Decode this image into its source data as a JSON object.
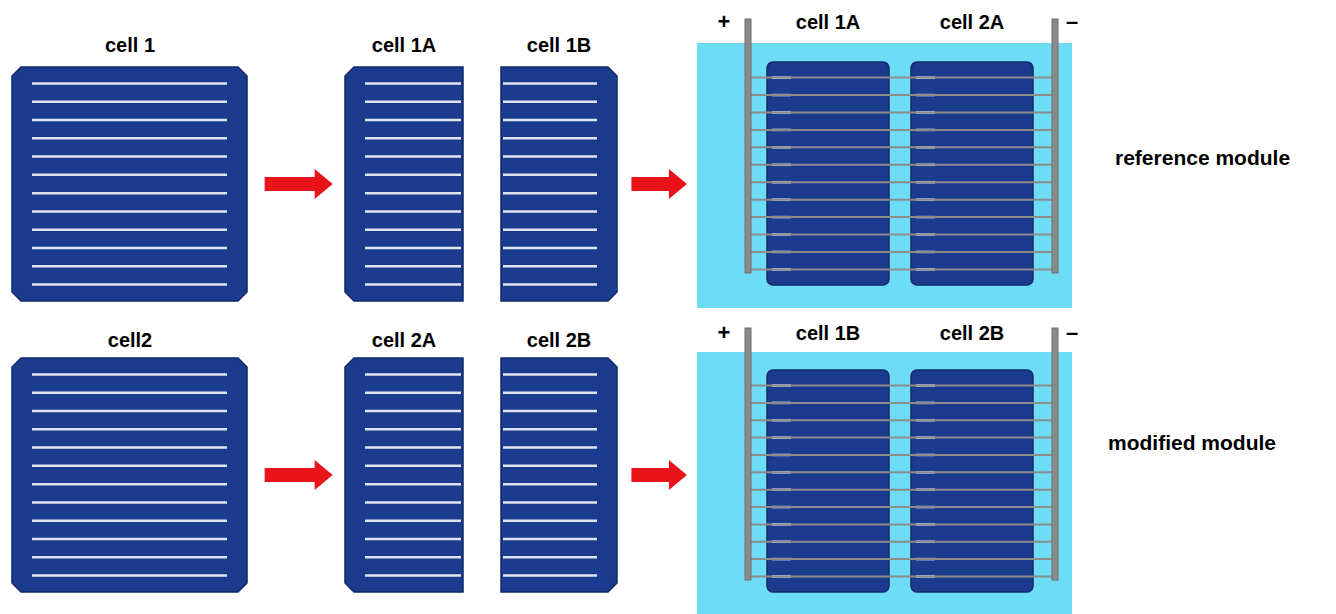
{
  "diagram": {
    "nodes": [
      {
        "text": [
          "cell 1"
        ]
      },
      {
        "text": [
          "cell 1A"
        ]
      },
      {
        "text": [
          "cell 1B"
        ]
      },
      {
        "text": [
          "reference module"
        ]
      },
      {
        "text": [
          "cell 1A"
        ],
        "in": 3
      },
      {
        "text": [
          "cell 2A"
        ],
        "in": 3
      },
      {
        "text": [
          "cell2"
        ]
      },
      {
        "text": [
          "cell 2A"
        ]
      },
      {
        "text": [
          "cell 2B"
        ]
      },
      {
        "text": [
          "modified module"
        ]
      },
      {
        "text": [
          "cell 1B"
        ],
        "in": 9
      },
      {
        "text": [
          "cell 2B"
        ],
        "in": 9
      }
    ],
    "edges": [
      {
        "from": 0,
        "to": 1,
        "arrow": "to"
      },
      {
        "from": 2,
        "to": 3,
        "arrow": "to"
      },
      {
        "from": 6,
        "to": 7,
        "arrow": "to"
      },
      {
        "from": 8,
        "to": 9,
        "arrow": "to"
      }
    ],
    "labels": [
      "+",
      "–",
      "+",
      "–"
    ]
  }
}
